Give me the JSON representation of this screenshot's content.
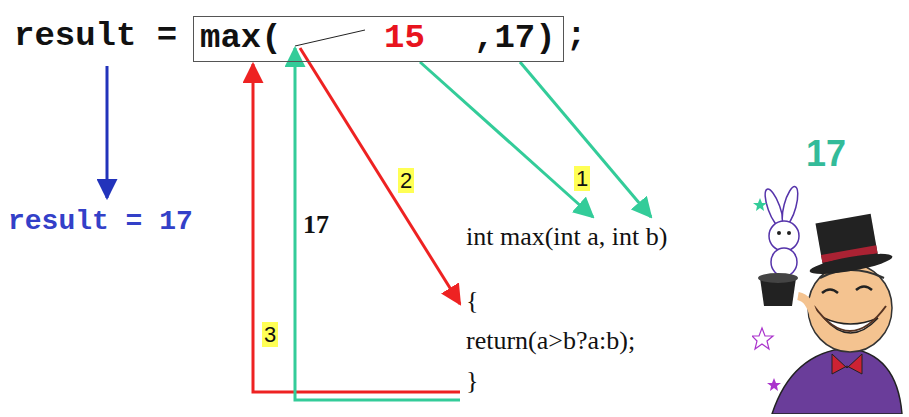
{
  "diagram": {
    "nodes": [
      {
        "text": [
          "max(",
          "15",
          ",17)"
        ]
      }
    ],
    "labels": [
      "result =",
      ";",
      "result = 17",
      "1",
      "2",
      "3",
      "17",
      "int max(int a, int b)",
      "{",
      "return(a>b?a:b);",
      "}",
      "17"
    ]
  }
}
